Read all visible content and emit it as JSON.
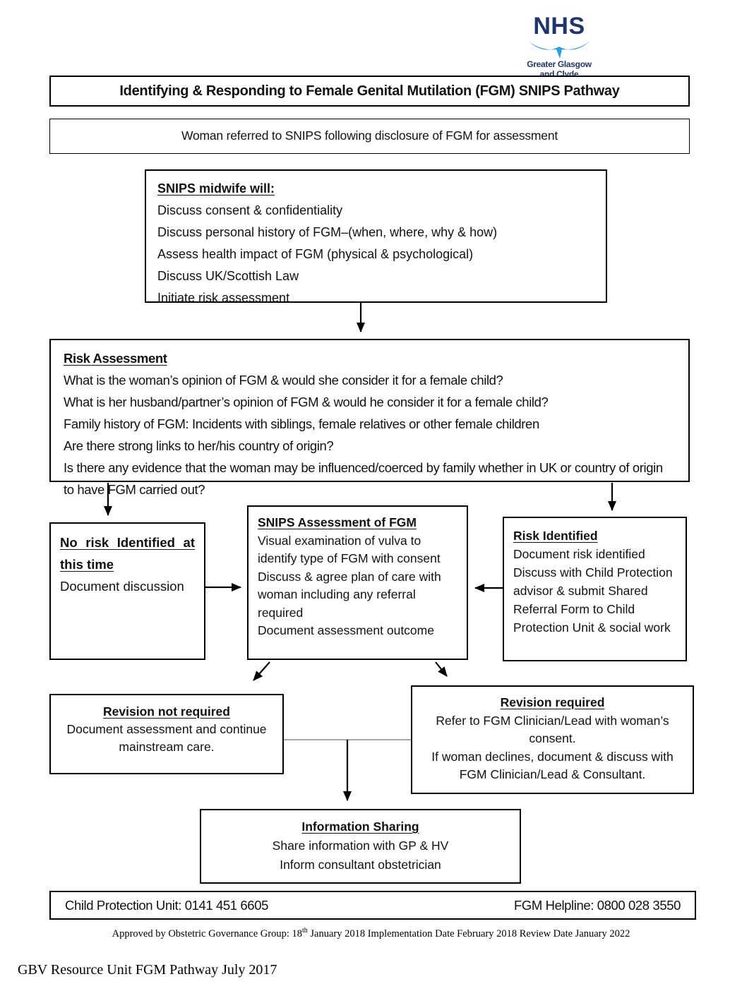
{
  "logo": {
    "nhs": "NHS",
    "org_line1": "Greater Glasgow",
    "org_line2": "and Clyde",
    "nhs_navy": "#21356d",
    "nhs_light_blue": "#2d9fd9"
  },
  "title": "Identifying & Responding to Female Genital Mutilation (FGM) SNIPS Pathway",
  "referral": "Woman referred to SNIPS following disclosure of FGM for assessment",
  "midwife_box": {
    "heading": "SNIPS midwife will:",
    "items": [
      "Discuss consent & confidentiality",
      "Discuss personal history of FGM–(when, where, why & how)",
      "Assess health impact of FGM (physical & psychological)",
      "Discuss UK/Scottish Law",
      "Initiate risk assessment"
    ]
  },
  "risk_assessment": {
    "heading": "Risk Assessment",
    "items": [
      "What is the woman’s opinion of FGM & would she consider it for a female child?",
      "What is her husband/partner’s opinion of FGM & would he consider it for a female child?",
      "Family history of FGM: Incidents with siblings, female relatives or other female children",
      "Are there strong links to her/his country of origin?",
      "Is there any evidence that the woman may be influenced/coerced by family whether in UK or country of origin to have FGM carried out?"
    ]
  },
  "no_risk": {
    "heading": "No risk Identified at this time",
    "body": "Document discussion"
  },
  "snips_assessment": {
    "heading": "SNIPS Assessment of FGM",
    "items": [
      "Visual examination of vulva to identify type of FGM with consent",
      "Discuss & agree plan of care with woman including any referral required",
      "Document assessment outcome"
    ]
  },
  "risk_identified": {
    "heading": "Risk Identified",
    "items": [
      "Document risk identified",
      "Discuss with Child Protection advisor & submit Shared Referral Form to Child Protection Unit & social work"
    ]
  },
  "revision_not_required": {
    "heading": "Revision not required",
    "body": "Document assessment and continue mainstream care."
  },
  "revision_required": {
    "heading": "Revision required",
    "lines": [
      "Refer to FGM Clinician/Lead with woman’s consent.",
      "If woman declines, document & discuss with FGM Clinician/Lead & Consultant."
    ]
  },
  "information_sharing": {
    "heading": "Information Sharing",
    "lines": [
      "Share information with GP & HV",
      "Inform consultant obstetrician"
    ]
  },
  "contacts": {
    "left": "Child Protection Unit: 0141 451 6605",
    "right": "FGM Helpline: 0800 028 3550"
  },
  "approval": {
    "prefix": "Approved by Obstetric Governance Group: 18",
    "sup": "th",
    "suffix": " January 2018 Implementation Date February 2018 Review Date January 2022"
  },
  "footer": "GBV Resource Unit FGM Pathway July 2017",
  "colors": {
    "box_border": "#000000",
    "connector_gray": "#9a9a9a",
    "text": "#121212"
  }
}
